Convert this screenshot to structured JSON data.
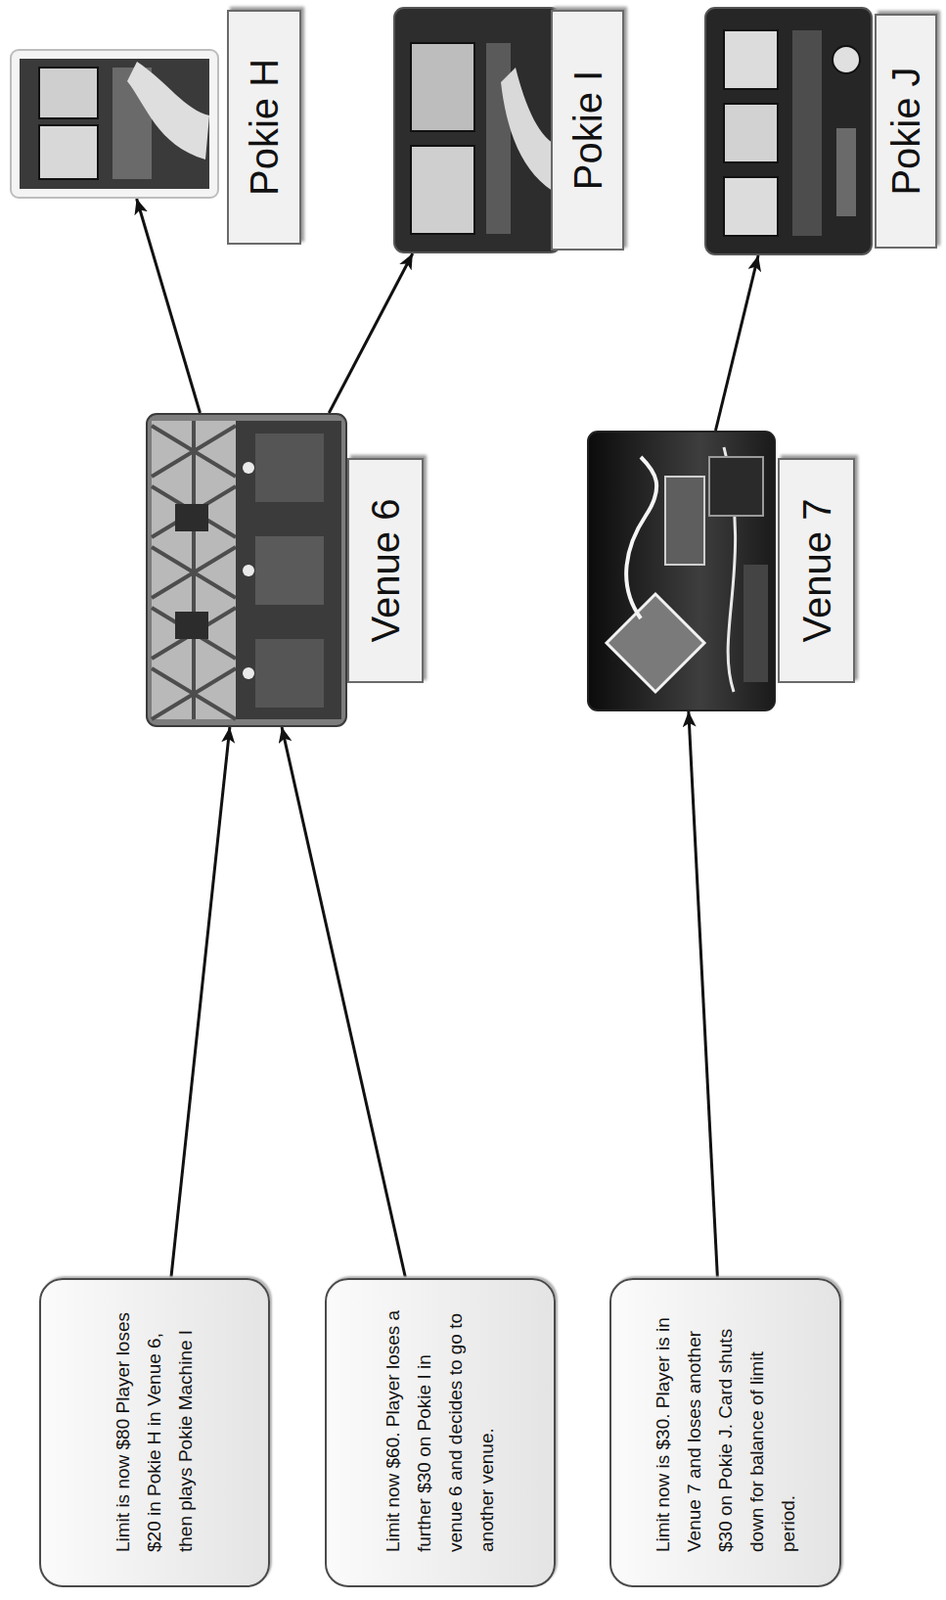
{
  "diagram": {
    "nodes": [
      {
        "text": [
          "Limit is now $80 Player loses $20 in Pokie H in Venue 6, then plays Pokie Machine I"
        ]
      },
      {
        "text": [
          "Limit now $60. Player loses a further $30 on Pokie I in venue 6 and decides to go to another venue."
        ]
      },
      {
        "text": [
          "Limit now is $30. Player is in Venue 7 and loses another $30 on Pokie J. Card shuts down for balance of limit period."
        ]
      },
      {
        "text": [
          "Venue 6"
        ]
      },
      {
        "text": [
          "Venue 7"
        ]
      },
      {
        "text": [
          "Pokie H"
        ]
      },
      {
        "text": [
          "Pokie I"
        ]
      },
      {
        "text": [
          "Pokie J"
        ]
      }
    ],
    "edges": [
      {
        "from": 0,
        "to": 3,
        "arrow": "to"
      },
      {
        "from": 1,
        "to": 3,
        "arrow": "to"
      },
      {
        "from": 2,
        "to": 4,
        "arrow": "to"
      },
      {
        "from": 3,
        "to": 5,
        "arrow": "to"
      },
      {
        "from": 3,
        "to": 6,
        "arrow": "to"
      },
      {
        "from": 4,
        "to": 7,
        "arrow": "to"
      }
    ]
  }
}
